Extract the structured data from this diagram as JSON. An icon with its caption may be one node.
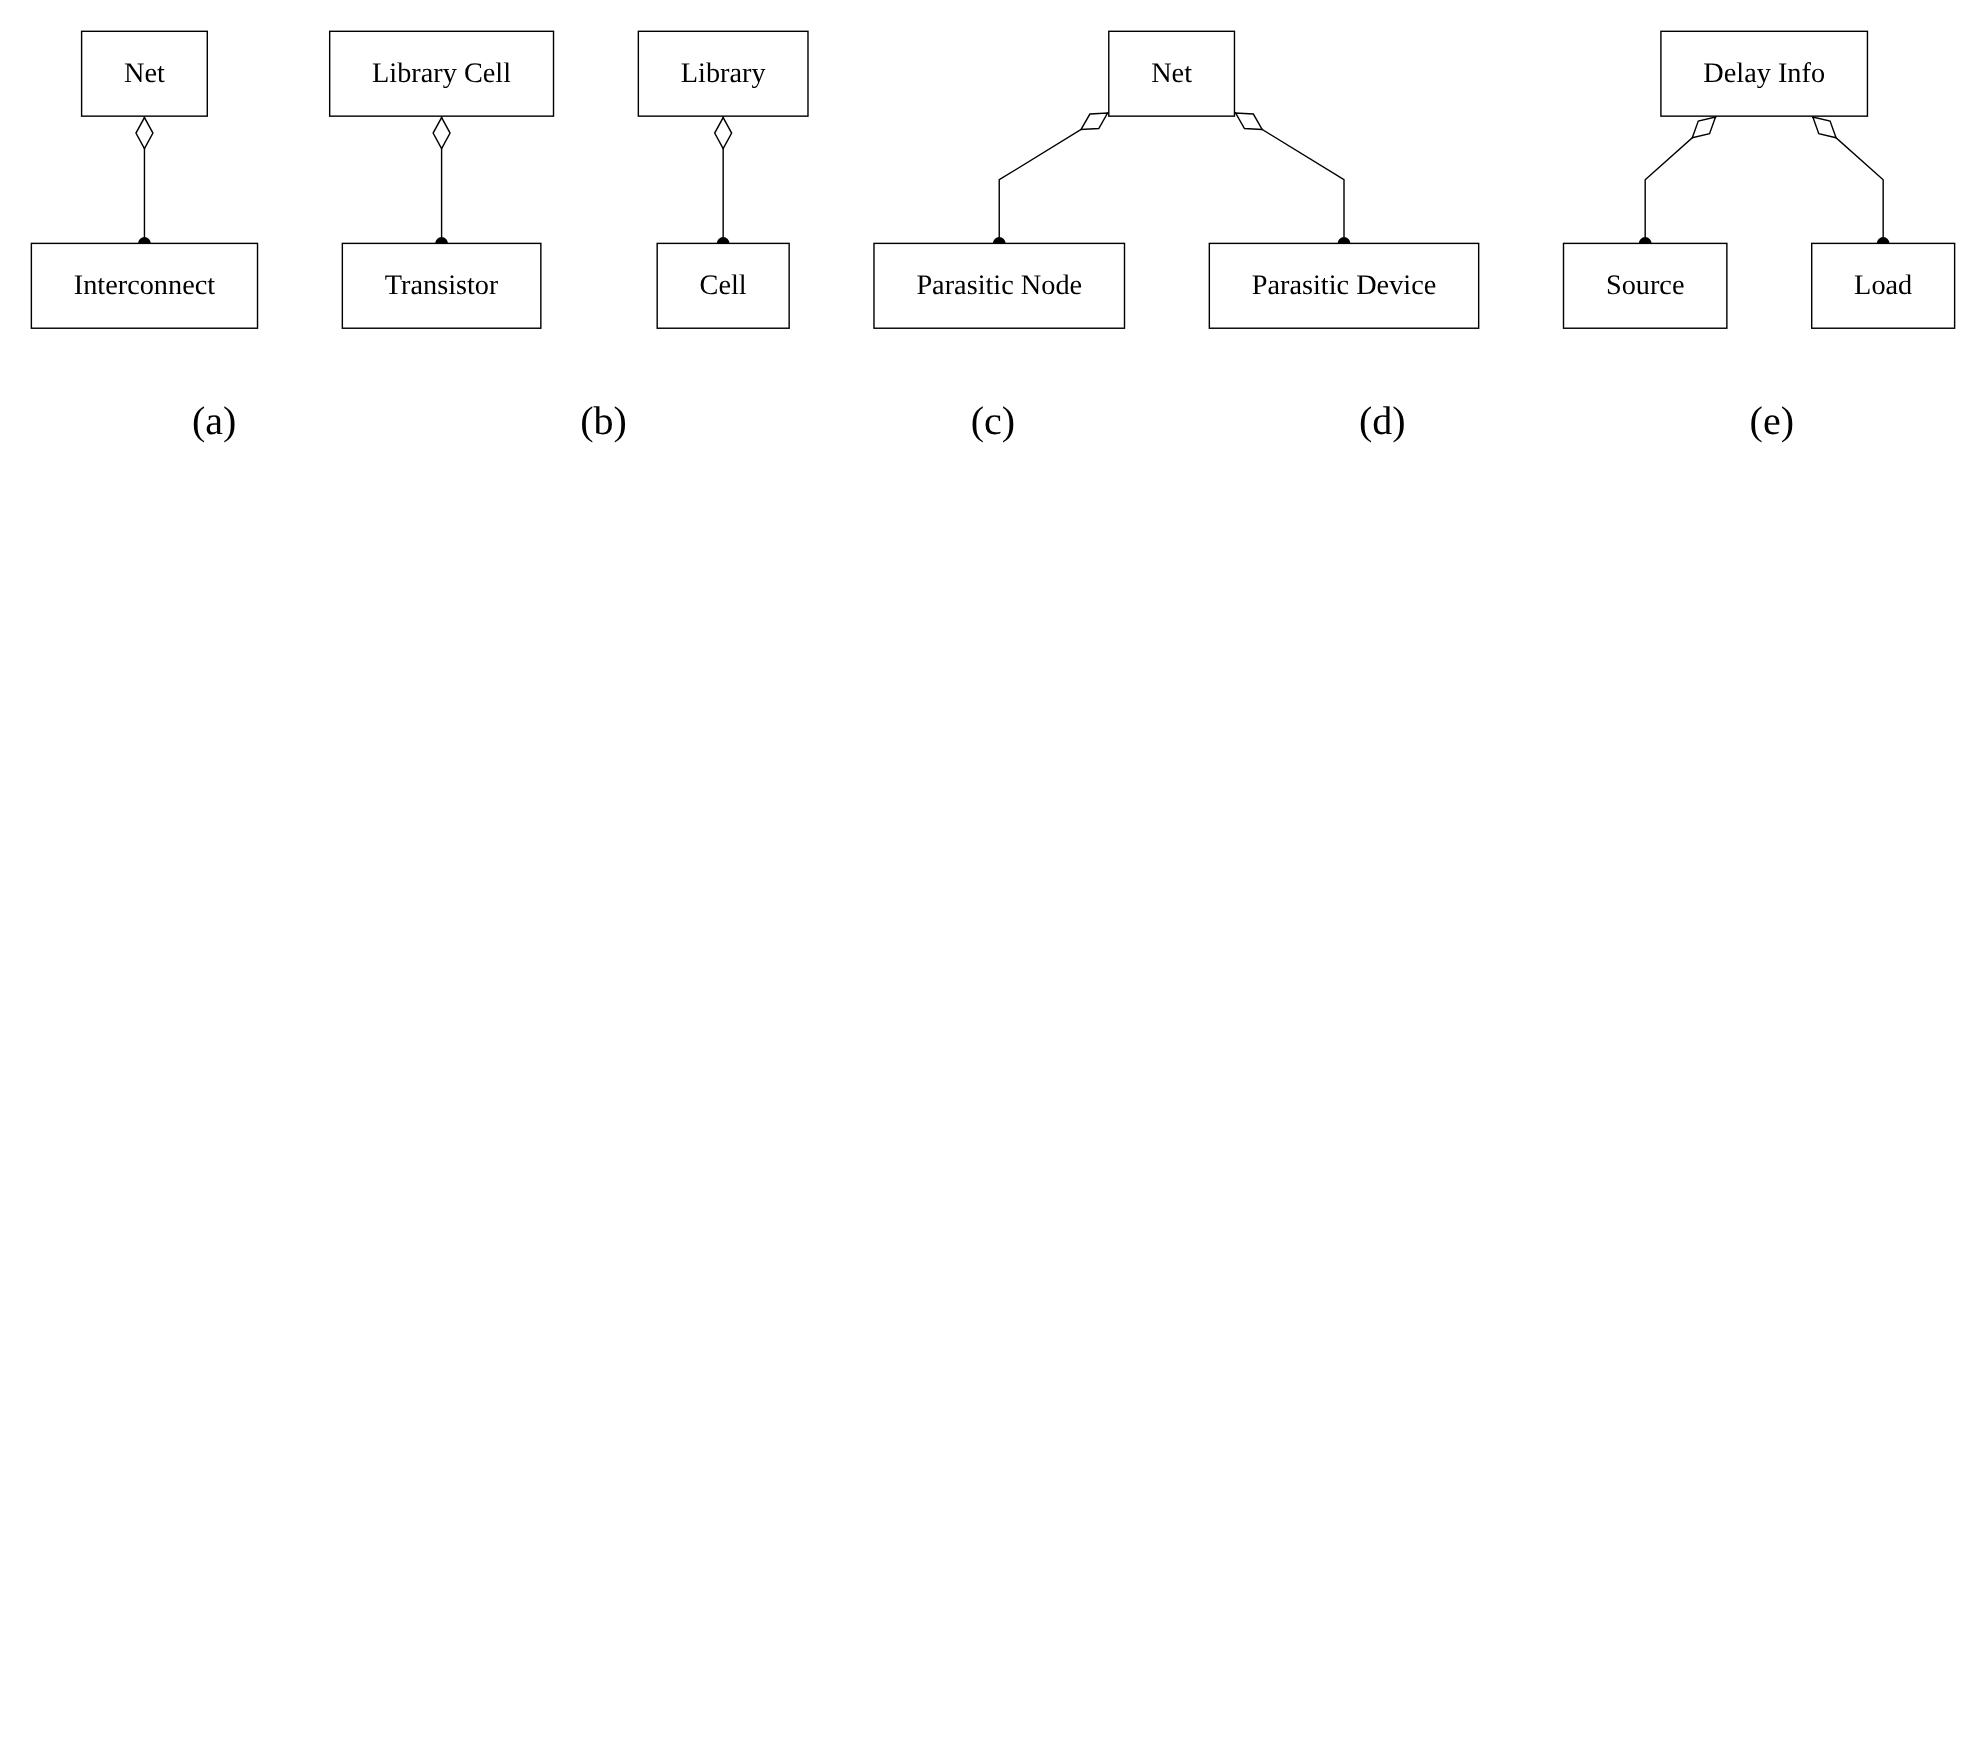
{
  "diagram": {
    "nodes": [
      {
        "text": [
          "Net"
        ]
      },
      {
        "text": [
          "Interconnect"
        ]
      },
      {
        "text": [
          "Library Cell"
        ]
      },
      {
        "text": [
          "Transistor"
        ]
      },
      {
        "text": [
          "Library"
        ]
      },
      {
        "text": [
          "Cell"
        ]
      },
      {
        "text": [
          "Net"
        ]
      },
      {
        "text": [
          "Parasitic Node"
        ]
      },
      {
        "text": [
          "Parasitic Device"
        ]
      },
      {
        "text": [
          "Delay Info"
        ]
      },
      {
        "text": [
          "Source"
        ]
      },
      {
        "text": [
          "Load"
        ]
      }
    ],
    "edges": [
      {
        "from": 0,
        "to": 1,
        "arrow": "other"
      },
      {
        "from": 2,
        "to": 3,
        "arrow": "other"
      },
      {
        "from": 4,
        "to": 5,
        "arrow": "other"
      },
      {
        "from": 6,
        "to": 7,
        "arrow": "other"
      },
      {
        "from": 6,
        "to": 8,
        "arrow": "other"
      },
      {
        "from": 9,
        "to": 10,
        "arrow": "other"
      },
      {
        "from": 9,
        "to": 11,
        "arrow": "other"
      }
    ],
    "labels": [
      "(a)",
      "(b)",
      "(c)",
      "(d)",
      "(e)"
    ]
  }
}
